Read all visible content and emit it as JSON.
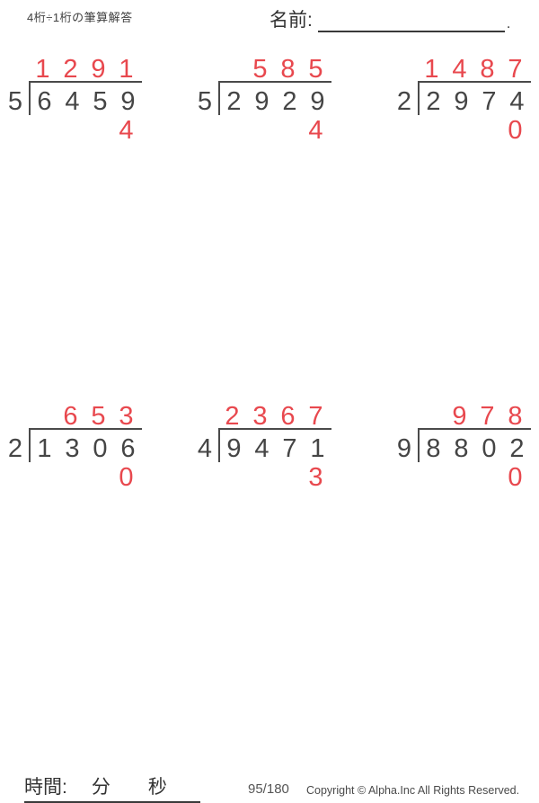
{
  "title": "4桁÷1桁の筆算解答",
  "name_field": {
    "label": "名前:",
    "suffix": "."
  },
  "colors": {
    "answer_red": "#e8484e",
    "ink": "#454545"
  },
  "problems": [
    {
      "divisor": "5",
      "dividend": [
        "6",
        "4",
        "5",
        "9"
      ],
      "quotient": [
        "1",
        "2",
        "9",
        "1"
      ],
      "remainder": "4"
    },
    {
      "divisor": "5",
      "dividend": [
        "2",
        "9",
        "2",
        "9"
      ],
      "quotient": [
        "",
        "5",
        "8",
        "5"
      ],
      "remainder": "4"
    },
    {
      "divisor": "2",
      "dividend": [
        "2",
        "9",
        "7",
        "4"
      ],
      "quotient": [
        "1",
        "4",
        "8",
        "7"
      ],
      "remainder": "0"
    },
    {
      "divisor": "2",
      "dividend": [
        "1",
        "3",
        "0",
        "6"
      ],
      "quotient": [
        "",
        "6",
        "5",
        "3"
      ],
      "remainder": "0"
    },
    {
      "divisor": "4",
      "dividend": [
        "9",
        "4",
        "7",
        "1"
      ],
      "quotient": [
        "2",
        "3",
        "6",
        "7"
      ],
      "remainder": "3"
    },
    {
      "divisor": "9",
      "dividend": [
        "8",
        "8",
        "0",
        "2"
      ],
      "quotient": [
        "",
        "9",
        "7",
        "8"
      ],
      "remainder": "0"
    }
  ],
  "footer": {
    "time_label": "時間:",
    "minutes_label": "分",
    "seconds_label": "秒",
    "page_indicator": "95/180",
    "copyright": "Copyright © Alpha.Inc All Rights Reserved."
  }
}
